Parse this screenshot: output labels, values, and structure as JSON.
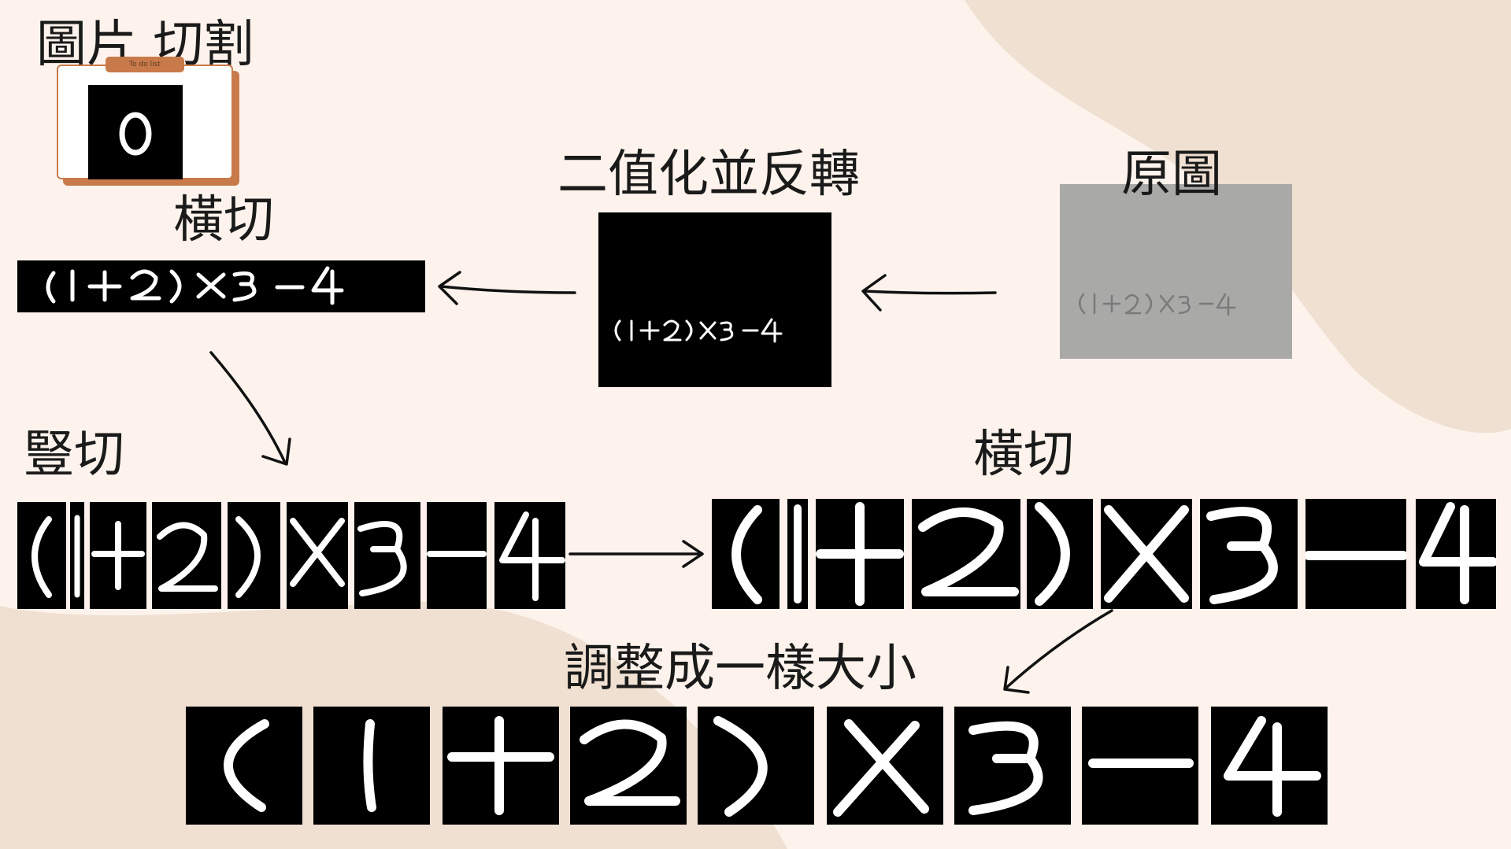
{
  "title": "圖片 切割",
  "card": {
    "tab_label": "To do list",
    "digit": "0"
  },
  "steps": {
    "original": "原圖",
    "binarize": "二值化並反轉",
    "hcut_1": "橫切",
    "vcut": "豎切",
    "hcut_2": "橫切",
    "resize": "調整成一樣大小"
  },
  "expression": "(1+2)X3-4",
  "symbols": [
    "(",
    "1",
    "+",
    "2",
    ")",
    "X",
    "3",
    "-",
    "4"
  ],
  "colors": {
    "background": "#fdf3ec",
    "blob": "#efe0d2",
    "accent": "#c97a4a",
    "ink": "#ffffff",
    "gray_photo": "#a9a9a7"
  }
}
